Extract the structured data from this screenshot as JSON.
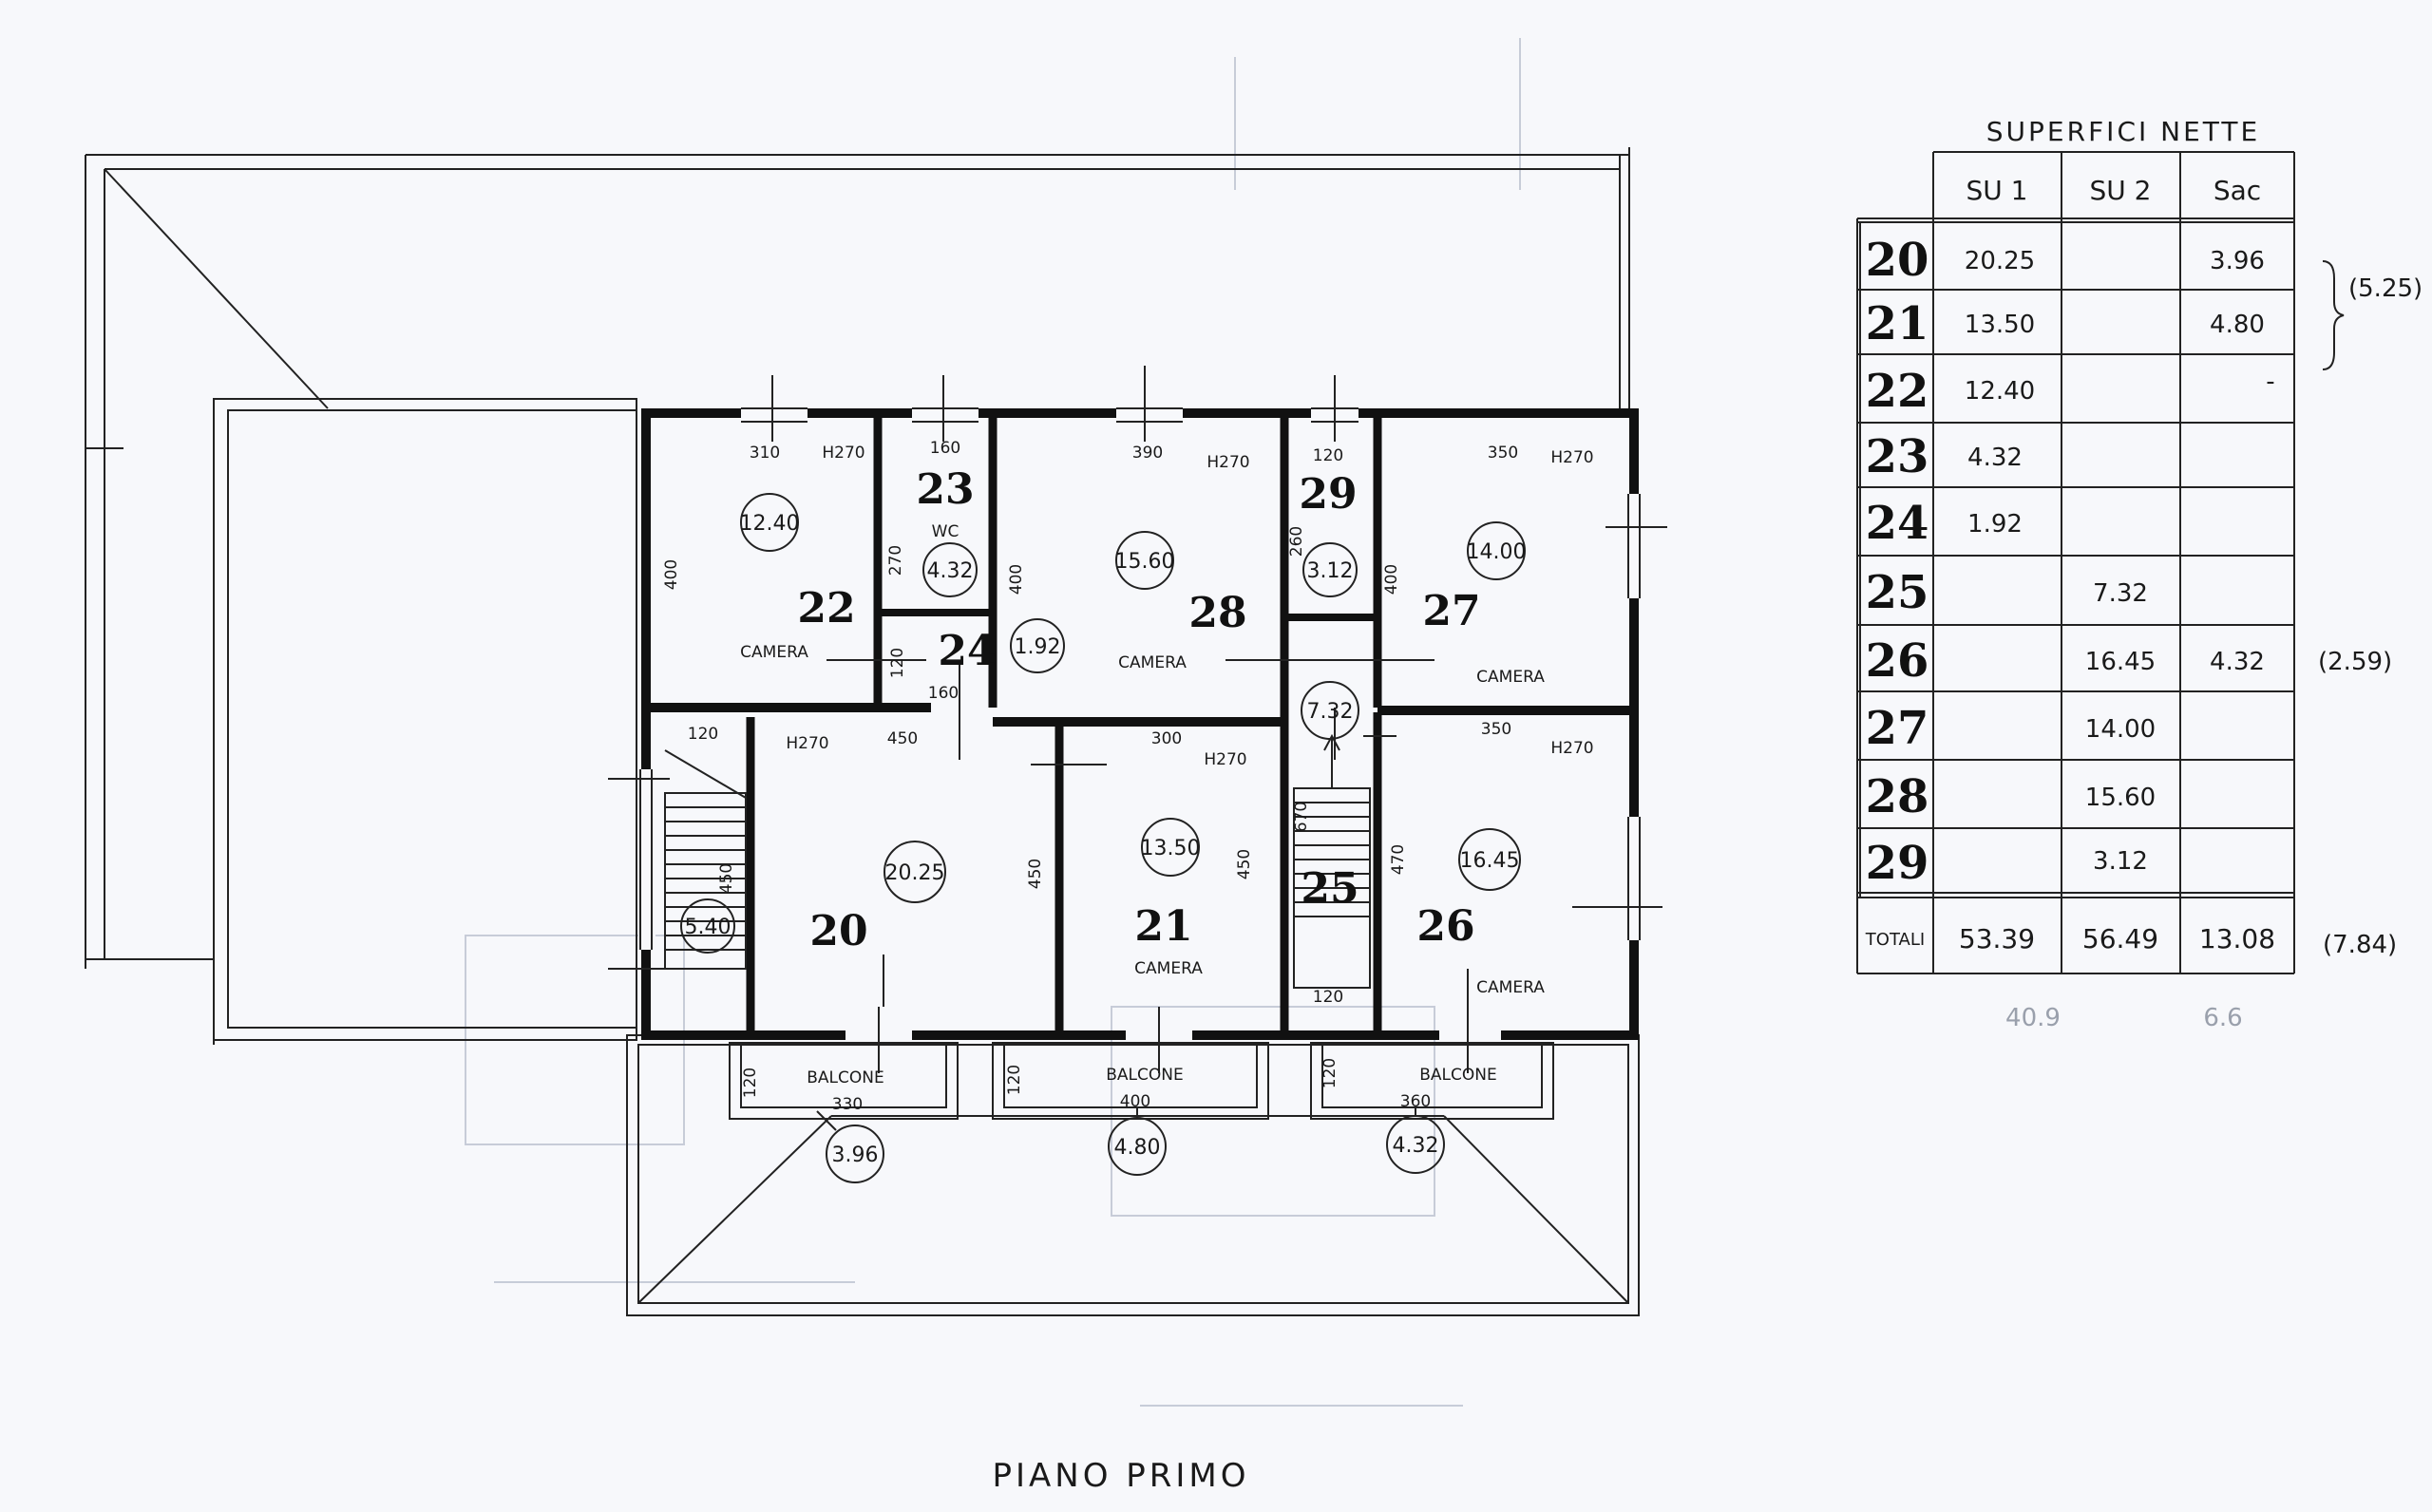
{
  "drawing_title": "PIANO PRIMO",
  "rooms": [
    {
      "num": "20",
      "area": "20.25",
      "label": ""
    },
    {
      "num": "21",
      "area": "13.50",
      "label": "CAMERA"
    },
    {
      "num": "22",
      "area": "12.40",
      "label": "CAMERA"
    },
    {
      "num": "23",
      "area": "4.32",
      "label": "WC"
    },
    {
      "num": "24",
      "area": "1.92",
      "label": ""
    },
    {
      "num": "25",
      "area": "7.32",
      "label": ""
    },
    {
      "num": "26",
      "area": "16.45",
      "label": "CAMERA"
    },
    {
      "num": "27",
      "area": "14.00",
      "label": "CAMERA"
    },
    {
      "num": "28",
      "area": "15.60",
      "label": "CAMERA"
    },
    {
      "num": "29",
      "area": "3.12",
      "label": ""
    }
  ],
  "stair_area": "5.40",
  "balconies": [
    {
      "label": "BALCONE",
      "width": "330",
      "depth": "120",
      "area": "3.96"
    },
    {
      "label": "BALCONE",
      "width": "400",
      "depth": "120",
      "area": "4.80"
    },
    {
      "label": "BALCONE",
      "width": "360",
      "depth": "120",
      "area": "4.32"
    }
  ],
  "dimensions": {
    "r22_w": "310",
    "r22_h": "400",
    "r22_height": "H270",
    "r23_w": "160",
    "r23_h": "270",
    "r24_w": "160",
    "r24_h": "120",
    "r28_w": "390",
    "r28_h": "400",
    "r28_height": "H270",
    "r29_w": "120",
    "r29_h": "260",
    "r27_w": "350",
    "r27_h": "400",
    "r27_height": "H270",
    "stair_w": "120",
    "stair_h": "450",
    "r20_w": "450",
    "r20_h": "450",
    "r20_height": "H270",
    "r21_w": "300",
    "r21_h": "450",
    "r21_height": "H270",
    "r25_w": "120",
    "r25_h": "670",
    "r26_w": "350",
    "r26_h": "470",
    "r26_height": "H270"
  },
  "table": {
    "title": "SUPERFICI NETTE",
    "columns": [
      "SU 1",
      "SU 2",
      "Sac"
    ],
    "rows": [
      {
        "num": "20",
        "su1": "20.25",
        "su2": "",
        "sac": "3.96"
      },
      {
        "num": "21",
        "su1": "13.50",
        "su2": "",
        "sac": "4.80"
      },
      {
        "num": "22",
        "su1": "12.40",
        "su2": "",
        "sac": "-"
      },
      {
        "num": "23",
        "su1": "4.32",
        "su2": "",
        "sac": ""
      },
      {
        "num": "24",
        "su1": "1.92",
        "su2": "",
        "sac": ""
      },
      {
        "num": "25",
        "su1": "",
        "su2": "7.32",
        "sac": ""
      },
      {
        "num": "26",
        "su1": "",
        "su2": "16.45",
        "sac": "4.32"
      },
      {
        "num": "27",
        "su1": "",
        "su2": "14.00",
        "sac": ""
      },
      {
        "num": "28",
        "su1": "",
        "su2": "15.60",
        "sac": ""
      },
      {
        "num": "29",
        "su1": "",
        "su2": "3.12",
        "sac": ""
      }
    ],
    "total_label": "TOTALI",
    "totals": {
      "su1": "53.39",
      "su2": "56.49",
      "sac": "13.08"
    },
    "side_notes": {
      "bracket_20_21": "(5.25)",
      "row_26": "(2.59)",
      "totals": "(7.84)"
    },
    "under_notes": {
      "su1": "40.9",
      "sac": "6.6"
    }
  }
}
